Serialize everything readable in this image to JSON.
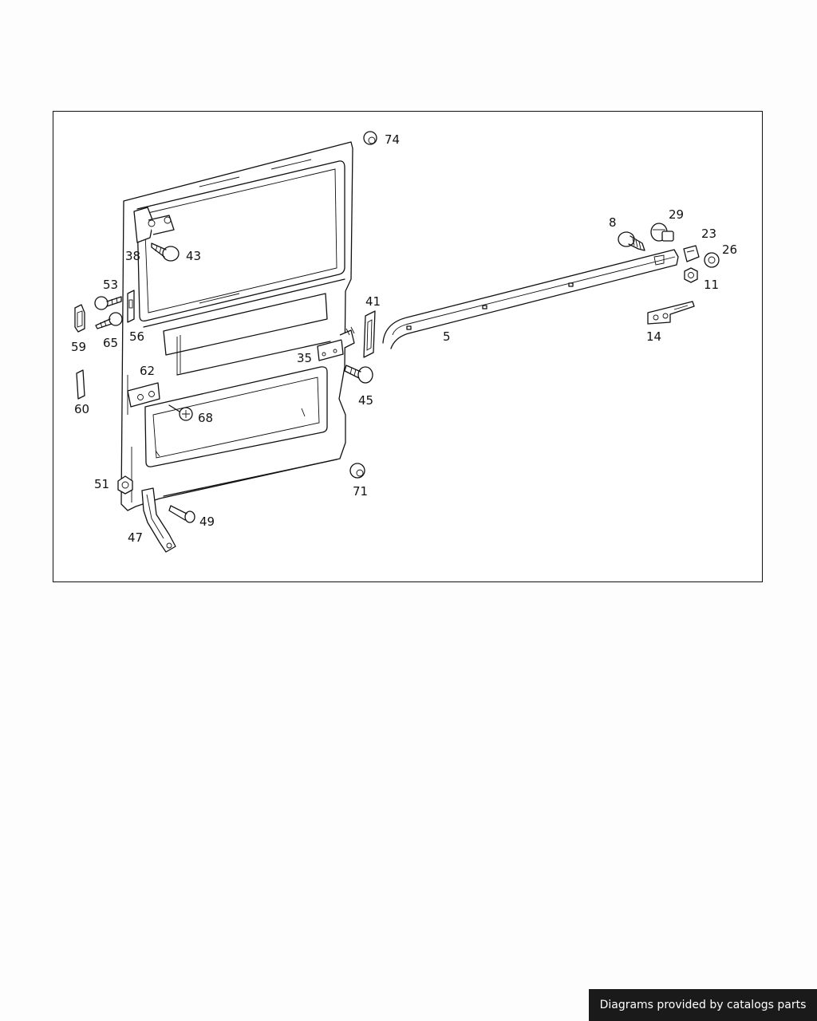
{
  "diagram": {
    "callouts": {
      "p74": "74",
      "p8": "8",
      "p29": "29",
      "p23": "23",
      "p26": "26",
      "p11": "11",
      "p14": "14",
      "p5": "5",
      "p41": "41",
      "p35": "35",
      "p45": "45",
      "p38": "38",
      "p43": "43",
      "p53": "53",
      "p56": "56",
      "p59": "59",
      "p65": "65",
      "p60": "60",
      "p62": "62",
      "p68": "68",
      "p51": "51",
      "p47": "47",
      "p49": "49",
      "p71": "71"
    }
  },
  "footer": {
    "credit": "Diagrams provided by catalogs parts"
  }
}
